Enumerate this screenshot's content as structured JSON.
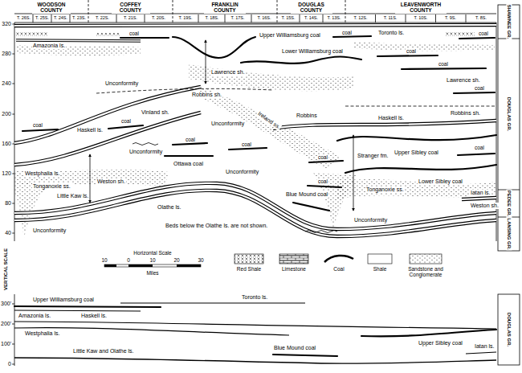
{
  "diagram": {
    "labels": [
      "WOODSON COUNTY",
      "COFFEY COUNTY",
      "FRANKLIN COUNTY",
      "DOUGLAS COUNTY",
      "LEAVENWORTH COUNTY",
      "T. 26S.",
      "T. 25S.",
      "T. 24S.",
      "T. 23S.",
      "T. 22S.",
      "T. 21S.",
      "T. 20S.",
      "T. 19S.",
      "T. 18S.",
      "T. 17S.",
      "T. 16S.",
      "T. 15S.",
      "T. 14S.",
      "T. 13S.",
      "T. 12S.",
      "T. 11S.",
      "T. 10S.",
      "T. 9S.",
      "T. 8S.",
      "SHAWNEE GR.",
      "DOUGLAS GR.",
      "PEDEE GR.",
      "LANSING GR.",
      "320",
      "280",
      "240",
      "200",
      "160",
      "120",
      "80",
      "40",
      "VERTICAL SCALE",
      "Toronto ls.",
      "Amazonia ls.",
      "Upper Williamsburg coal",
      "Lower Williamsburg coal",
      "Lawrence sh.",
      "Lawrence sh.",
      "Robbins sh.",
      "Unconformity",
      "Vinland sh.",
      "Haskell ls.",
      "Ireland ss.",
      "Unconformity",
      "Robbins",
      "Haskell ls.",
      "Robbins sh.",
      "Upper Sibley coal",
      "Westphalia ls.",
      "Unconformity",
      "Ottawa coal",
      "Unconformity",
      "Lower Sibley coal",
      "Stranger fm.",
      "Tonganoxie ss.",
      "Weston sh.",
      "Tonganoxie ss.",
      "Blue Mound coal",
      "Iatan ls.",
      "Weston sh.",
      "Little Kaw ls.",
      "Olathe ls.",
      "Beds below the Olathe ls. are not shown.",
      "Unconformity",
      "Unconformity",
      "coal",
      "coal",
      "coal",
      "coal",
      "coal",
      "coal",
      "coal",
      "coal",
      "coal",
      "coal",
      "coal",
      "coal",
      "coal",
      "Horizontal Scale",
      "10",
      "0",
      "10",
      "20",
      "30",
      "Miles",
      "300'",
      "200'",
      "100'",
      "0",
      "Upper Williamsburg coal",
      "Toronto ls.",
      "Amazonia ls.",
      "Haskell ls.",
      "Westphalia ls.",
      "Upper Sibley coal",
      "Little Kaw and Olathe ls.",
      "Blue Mound coal",
      "Iatan ls.",
      "DOUGLAS GR."
    ],
    "legend": [
      {
        "text": "Red Shale"
      },
      {
        "text": "Limestone"
      },
      {
        "text": "Coal"
      },
      {
        "text": "Shale"
      },
      {
        "text": "Sandstone and Conglomerate"
      }
    ]
  }
}
